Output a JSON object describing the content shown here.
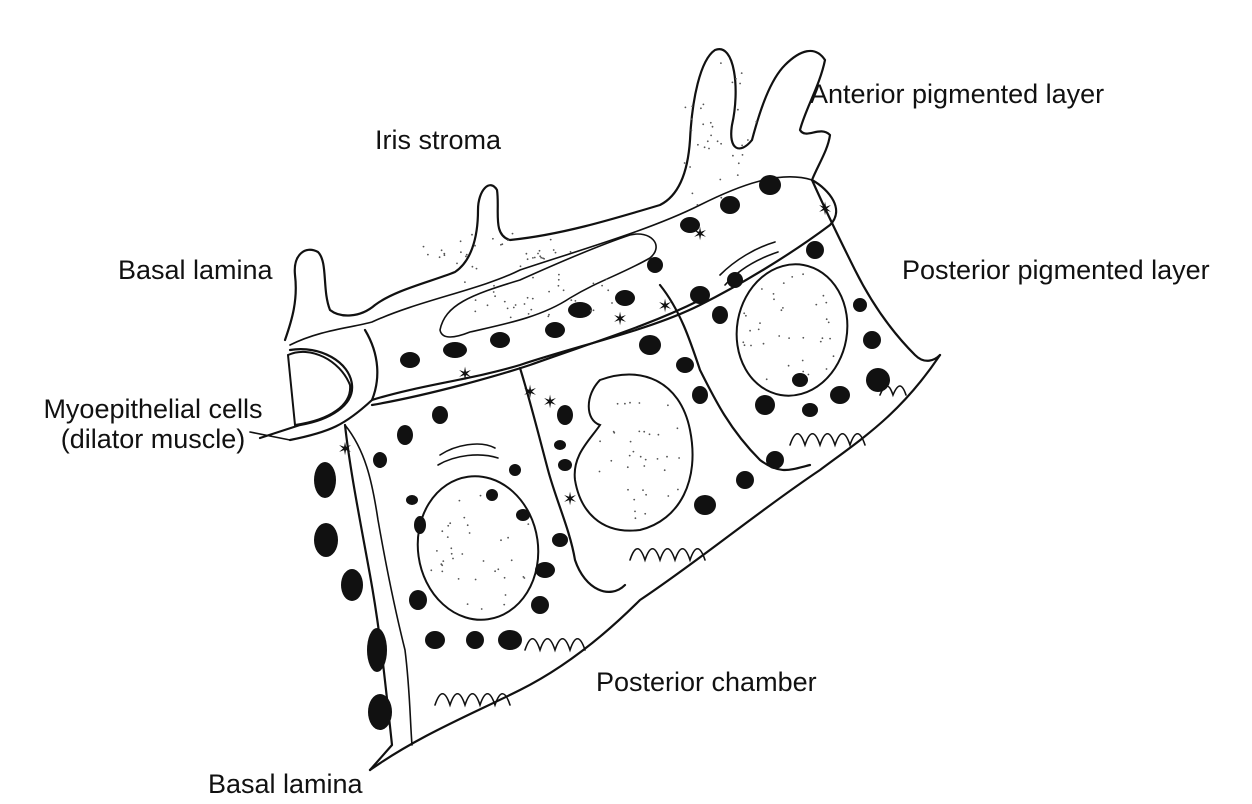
{
  "labels": {
    "anterior_pigmented_layer": "Anterior pigmented layer",
    "iris_stroma": "Iris stroma",
    "basal_lamina_top": "Basal lamina",
    "posterior_pigmented_layer": "Posterior pigmented layer",
    "myoepithelial_line1": "Myoepithelial cells",
    "myoepithelial_line2": "(dilator muscle)",
    "posterior_chamber": "Posterior chamber",
    "basal_lamina_bottom": "Basal lamina"
  }
}
